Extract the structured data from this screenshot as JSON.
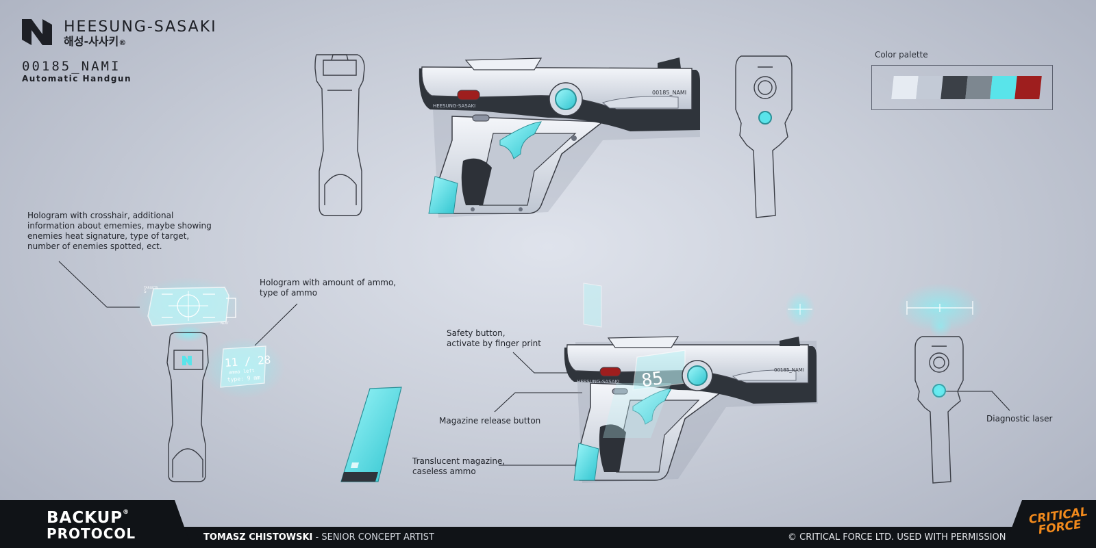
{
  "header": {
    "brand_name": "HEESUNG-SASAKI",
    "brand_korean": "해성-사사키",
    "registered_mark": "®",
    "model_code": "00185_NAMI",
    "model_type": "Automatic Handgun"
  },
  "palette": {
    "label": "Color palette",
    "swatches": [
      "#e6ebf2",
      "#c3cad6",
      "#3b4047",
      "#7d8790",
      "#59e4ea",
      "#9e1e1e"
    ]
  },
  "gun_markings": {
    "side_brand": "HEESUNG-SASAKI",
    "side_model": "00185_NAMI",
    "hologram_counter": "85",
    "crosshair_label": "TARGETS",
    "crosshair_count": "5",
    "crosshair_side": "NEXT"
  },
  "ammo_hologram": {
    "count": "11 / 28",
    "line2": "ammo left",
    "line3": "type: 9 mm"
  },
  "annotations": {
    "crosshair_hologram": "Hologram with crosshair, additional\ninformation about ememies, maybe showing\nenemies heat signature, type of target,\nnumber of enemies spotted, ect.",
    "ammo_hologram": "Hologram with amount of ammo,\ntype of ammo",
    "safety_button": "Safety button,\nactivate by finger print",
    "magazine_release": "Magazine release button",
    "translucent_magazine": "Translucent magazine,\ncaseless ammo",
    "diagnostic_laser": "Diagnostic laser"
  },
  "footer": {
    "game_logo_top": "BACKUP",
    "game_logo_bottom": "PROTOCOL",
    "trademark": "®",
    "artist_name": "TOMASZ CHISTOWSKI",
    "artist_role": " - SENIOR CONCEPT ARTIST",
    "copyright": "© CRITICAL FORCE LTD.  USED WITH PERMISSION",
    "studio_logo_top": "CRITICAL",
    "studio_logo_bottom": "FORCE"
  },
  "colors": {
    "accent_cyan": "#59e4ea",
    "accent_red": "#9e1e1e",
    "footer_dark": "#101317",
    "studio_orange": "#f28a1c"
  }
}
